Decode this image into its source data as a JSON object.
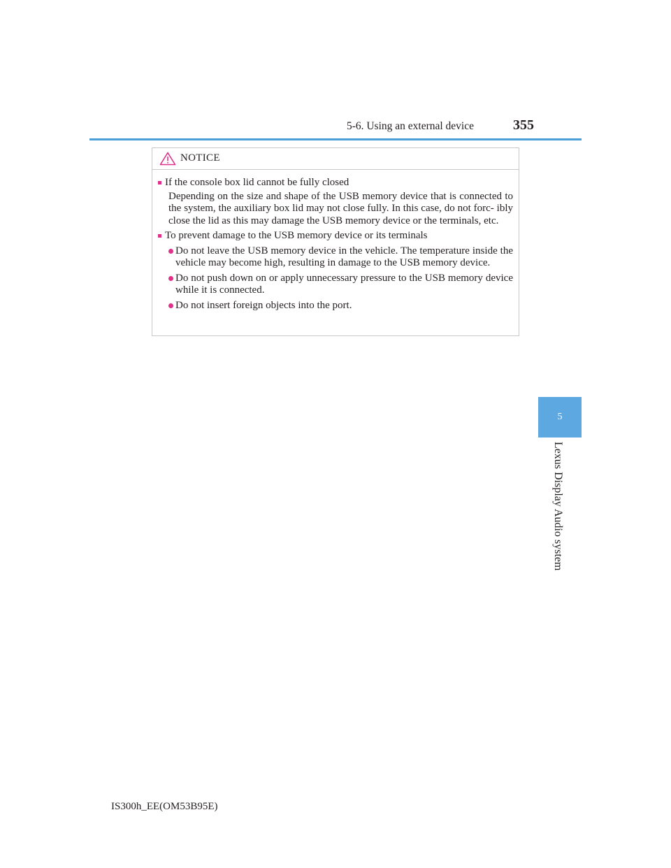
{
  "header": {
    "section": "5-6. Using an external device",
    "page_number": "355",
    "accent_color": "#4a9fd9"
  },
  "side_tab": {
    "number": "5",
    "label": "Lexus Display Audio system",
    "color": "#5ea8e2"
  },
  "notice": {
    "title": "NOTICE",
    "icon": "warning-triangle-icon",
    "bullet_color": "#e0308a",
    "items": [
      {
        "heading": "If the console box lid cannot be fully closed",
        "text": "Depending on the size and shape of the USB memory device that is connected to the system, the auxiliary box lid may not close fully. In this case, do not forc- ibly close the lid as this may damage the USB memory device or the terminals, etc."
      },
      {
        "heading": "To prevent damage to the USB memory device or its terminals",
        "bullets": [
          "Do not leave the USB memory device in the vehicle. The temperature inside the vehicle may become high, resulting in damage to the USB memory device.",
          "Do not push down on or apply unnecessary pressure to the USB memory device while it is connected.",
          "Do not insert foreign objects into the port."
        ]
      }
    ]
  },
  "footer": {
    "model_code": "IS300h_EE(OM53B95E)"
  }
}
